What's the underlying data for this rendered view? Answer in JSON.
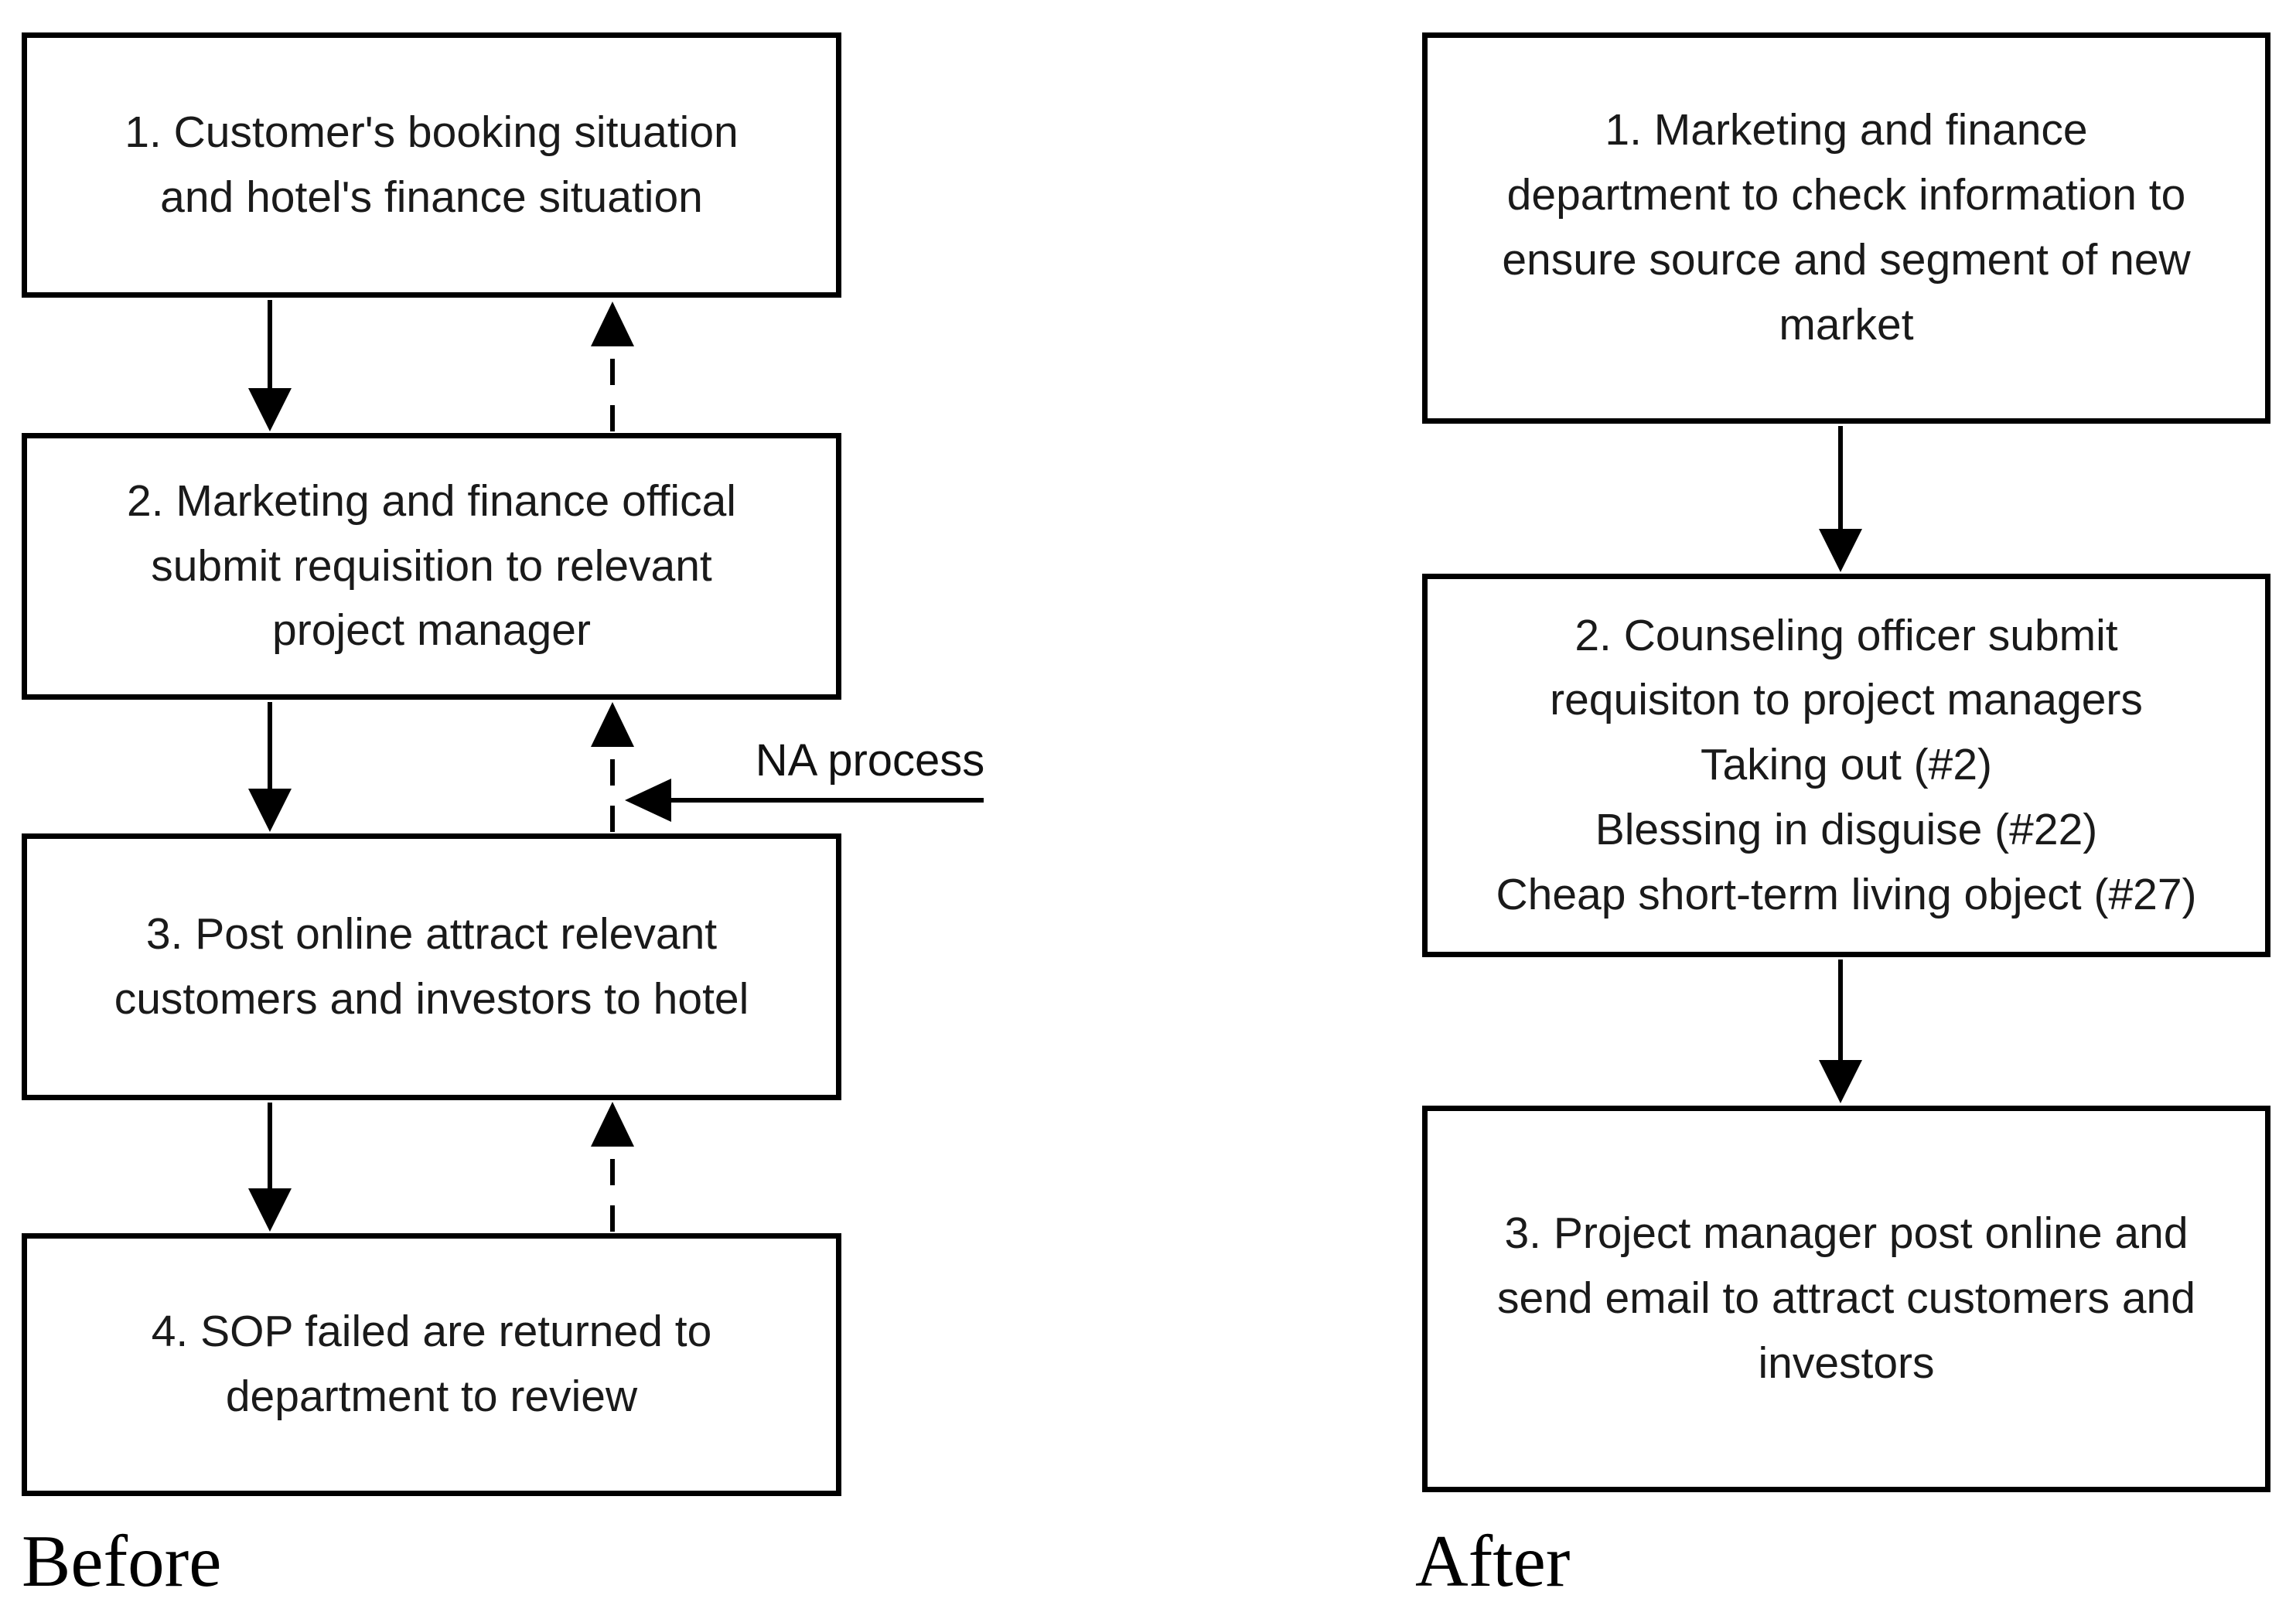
{
  "diagram": {
    "before": {
      "caption": "Before",
      "na_label": "NA process",
      "boxes": [
        {
          "lines": [
            "1. Customer's booking situation",
            "and hotel's finance situation"
          ]
        },
        {
          "lines": [
            "2. Marketing and finance offical",
            "submit requisition to relevant",
            "project manager"
          ]
        },
        {
          "lines": [
            "3. Post online attract relevant",
            "customers and investors to hotel"
          ]
        },
        {
          "lines": [
            "4. SOP failed are returned to",
            "department to review"
          ]
        }
      ]
    },
    "after": {
      "caption": "After",
      "boxes": [
        {
          "lines": [
            "1. Marketing and finance",
            "department to check information to",
            "ensure source and segment of new",
            "market"
          ]
        },
        {
          "lines": [
            "2. Counseling officer submit",
            "requisiton to project managers",
            "Taking out  (#2)",
            "Blessing in disguise (#22)",
            "Cheap short-term living object (#27)"
          ]
        },
        {
          "lines": [
            "3. Project manager post online and",
            "send email to attract customers and",
            "investors"
          ]
        }
      ]
    },
    "colors": {
      "line": "#000000",
      "text": "#1a1a1a",
      "background": "#ffffff"
    }
  }
}
